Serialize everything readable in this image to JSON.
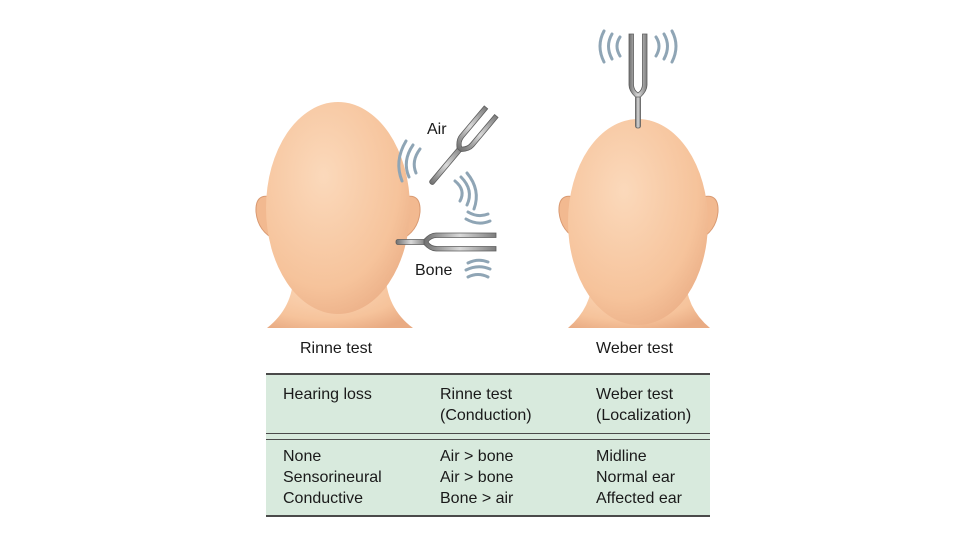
{
  "diagram": {
    "labels": {
      "air": "Air",
      "bone": "Bone",
      "rinne_caption": "Rinne test",
      "weber_caption": "Weber test"
    },
    "colors": {
      "skin": "#f7c8a2",
      "skin_shadow": "#e3a57f",
      "tuning_fork": "#9a9a9a",
      "vibration_waves": "#8fa5b5",
      "table_background": "#d8eadd"
    }
  },
  "table": {
    "headers": [
      {
        "line1": "Hearing loss",
        "line2": ""
      },
      {
        "line1": "Rinne test",
        "line2": "(Conduction)"
      },
      {
        "line1": "Weber test",
        "line2": "(Localization)"
      }
    ],
    "rows": [
      [
        "None",
        "Air > bone",
        "Midline"
      ],
      [
        "Sensorineural",
        "Air > bone",
        "Normal ear"
      ],
      [
        "Conductive",
        "Bone > air",
        "Affected ear"
      ]
    ]
  }
}
